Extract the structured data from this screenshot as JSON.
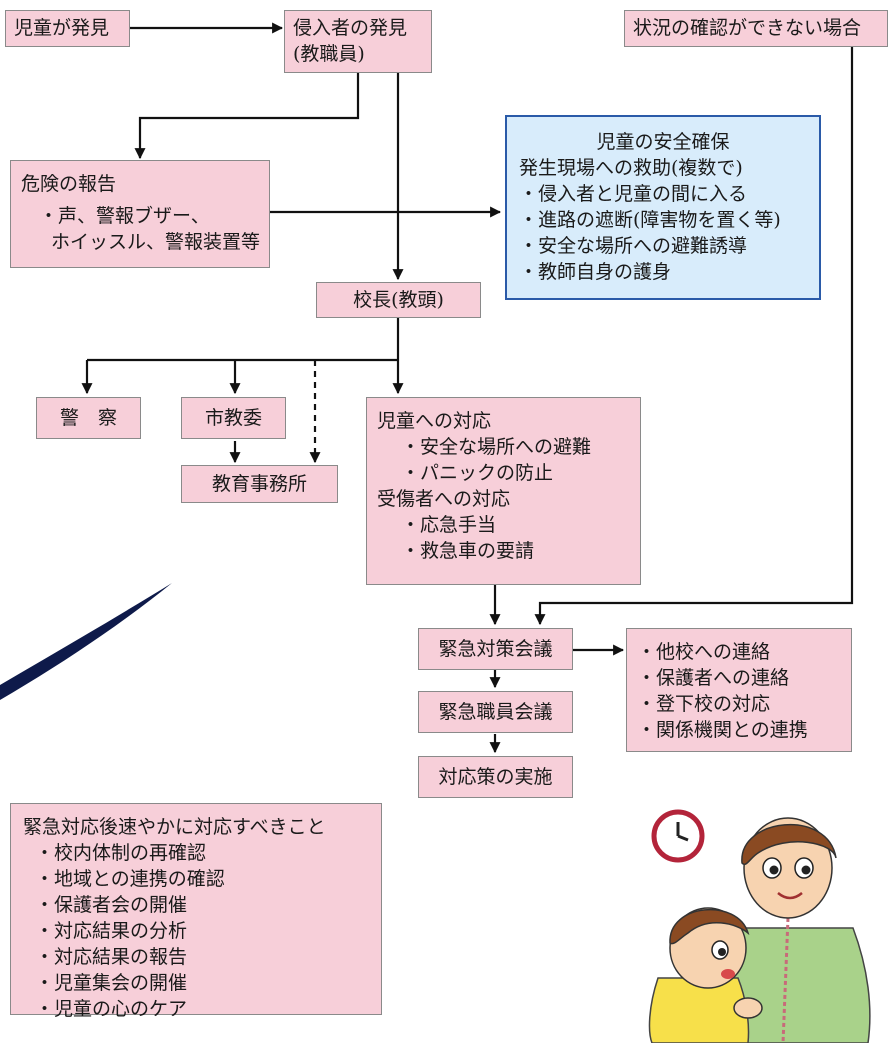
{
  "boxes": {
    "child_found": "児童が発見",
    "intruder_found": [
      "侵入者の発見",
      "(教職員)"
    ],
    "unconfirmed": "状況の確認ができない場合",
    "danger_report": {
      "title": "危険の報告",
      "lines": [
        "・声、警報ブザー、",
        "ホイッスル、警報装置等"
      ]
    },
    "child_safety": {
      "title": "児童の安全確保",
      "lines": [
        "発生現場への救助(複数で)",
        "・侵入者と児童の間に入る",
        "・進路の遮断(障害物を置く等)",
        "・安全な場所への避難誘導",
        "・教師自身の護身"
      ]
    },
    "principal": "校長(教頭)",
    "police": "警　察",
    "city_board": "市教委",
    "edu_office": "教育事務所",
    "child_response": {
      "lines": [
        "児童への対応",
        "・安全な場所への避難",
        "・パニックの防止",
        "受傷者への対応",
        "・応急手当",
        "・救急車の要請"
      ]
    },
    "emergency_meeting": "緊急対策会議",
    "staff_meeting": "緊急職員会議",
    "implementation": "対応策の実施",
    "contacts": [
      "・他校への連絡",
      "・保護者への連絡",
      "・登下校の対応",
      "・関係機関との連携"
    ],
    "followup": {
      "title": "緊急対応後速やかに対応すべきこと",
      "items": [
        "・校内体制の再確認",
        "・地域との連携の確認",
        "・保護者会の開催",
        "・対応結果の分析",
        "・対応結果の報告",
        "・児童集会の開催",
        "・児童の心のケア"
      ]
    }
  }
}
